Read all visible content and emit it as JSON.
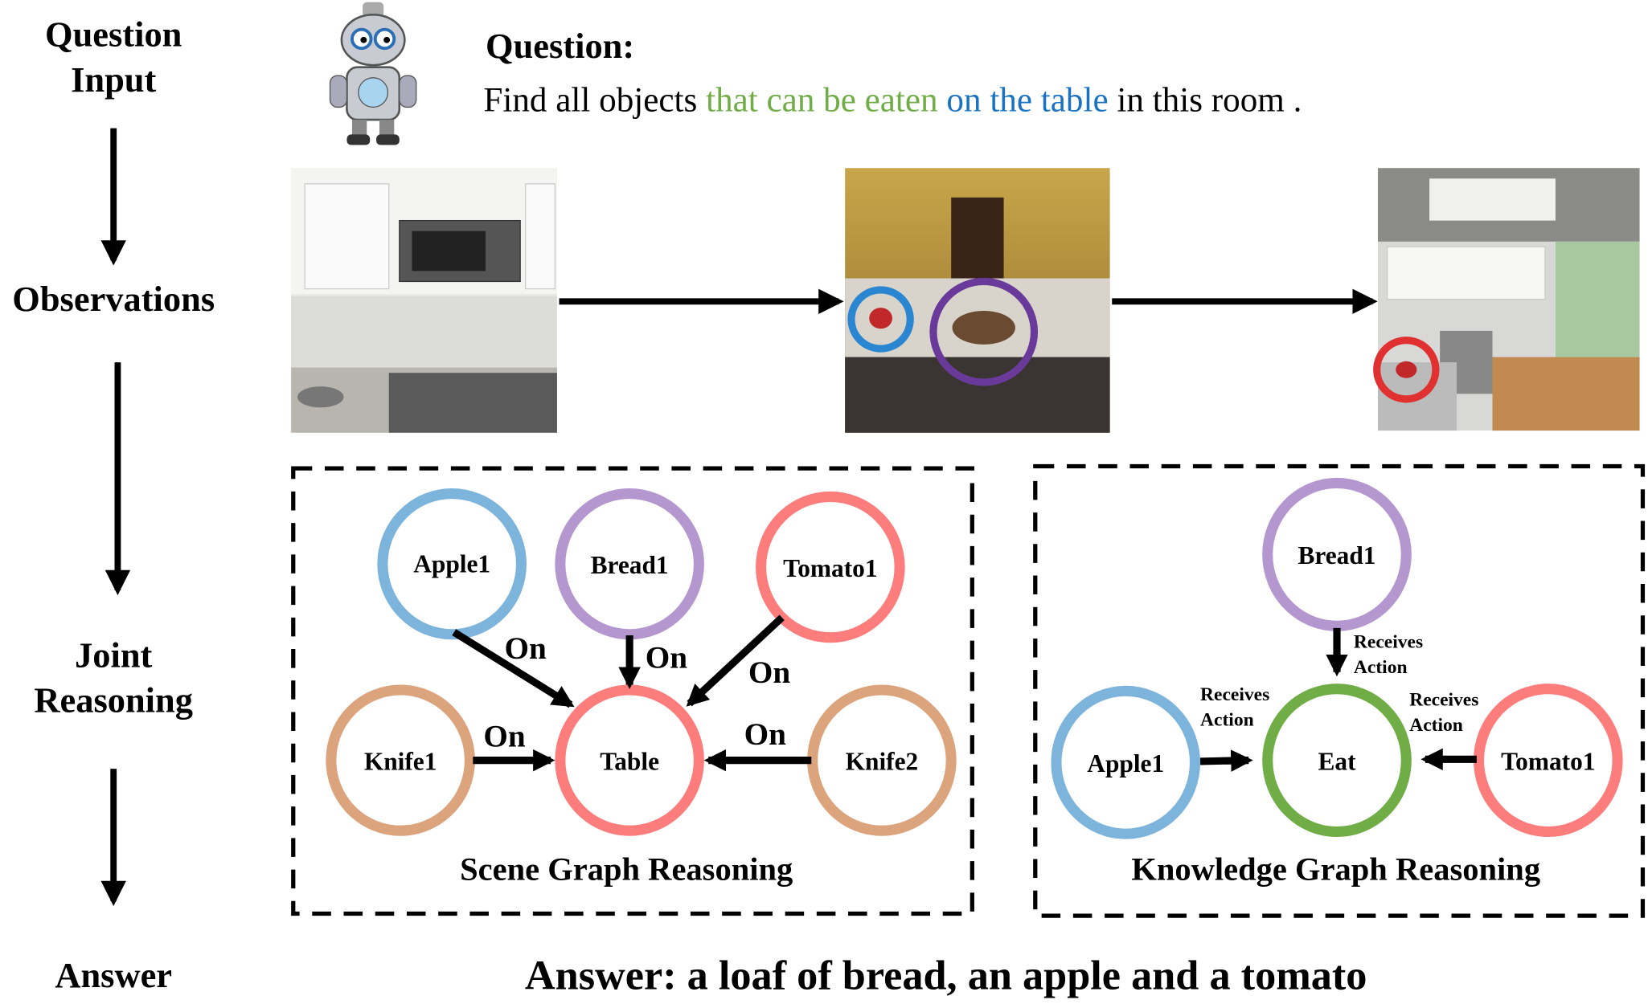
{
  "stages": {
    "question_input": [
      "Question",
      "Input"
    ],
    "observations": "Observations",
    "joint_reasoning": [
      "Joint",
      "Reasoning"
    ],
    "answer": "Answer"
  },
  "question": {
    "heading": "Question:",
    "part1": "Find all objects ",
    "part2": "that can be eaten",
    "part3": " on the table",
    "part4": " in this room ."
  },
  "colors": {
    "green_text": "#70ad47",
    "blue_text": "#1a73c2",
    "apple": "#7db4dc",
    "bread": "#b497cf",
    "tomato": "#fd7c7c",
    "knife": "#dca47d",
    "eat": "#70ad47"
  },
  "scene_graph": {
    "title": "Scene Graph Reasoning",
    "nodes": {
      "apple": "Apple1",
      "bread": "Bread1",
      "tomato": "Tomato1",
      "knife1": "Knife1",
      "table": "Table",
      "knife2": "Knife2"
    },
    "edge_label": "On"
  },
  "knowledge_graph": {
    "title": "Knowledge Graph Reasoning",
    "nodes": {
      "bread": "Bread1",
      "eat": "Eat",
      "apple": "Apple1",
      "tomato": "Tomato1"
    },
    "edge_label_1": "Receives",
    "edge_label_2": "Action"
  },
  "answer_text": "Answer: a loaf of bread, an apple and a tomato"
}
